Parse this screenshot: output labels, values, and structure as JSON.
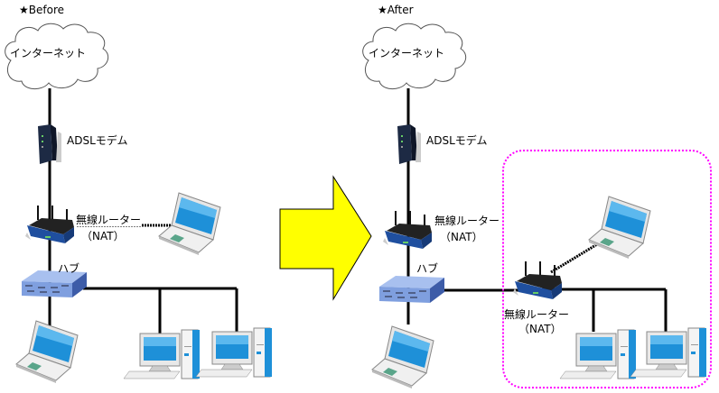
{
  "before": {
    "heading": "★Before",
    "internet": "インターネット",
    "modem": "ADSLモデム",
    "router_line1": "無線ルーター",
    "router_line2": "（NAT）",
    "hub": "ハブ"
  },
  "after": {
    "heading": "★After",
    "internet": "インターネット",
    "modem": "ADSLモデム",
    "router_line1": "無線ルーター",
    "router_line2": "（NAT）",
    "hub": "ハブ",
    "new_router_line1": "無線ルーター",
    "new_router_line2": "（NAT）"
  },
  "colors": {
    "arrow_fill": "#ffff00",
    "highlight_border": "#ff00ff",
    "screen_blue": "#1e90d8",
    "hub_blue": "#7f9fdf",
    "router_blue": "#1f4f9f"
  }
}
